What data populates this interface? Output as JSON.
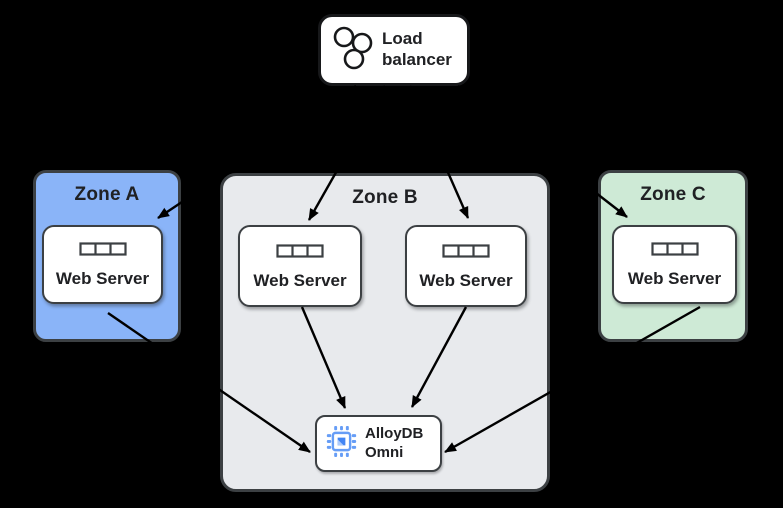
{
  "load_balancer": {
    "label": "Load balancer",
    "icon": "load-balancer-circles-icon"
  },
  "zones": [
    {
      "id": "A",
      "label": "Zone A",
      "color": "#8ab4f8",
      "servers": [
        {
          "label": "Web Server",
          "icon": "server-rack-icon"
        }
      ]
    },
    {
      "id": "B",
      "label": "Zone B",
      "color": "#e8eaed",
      "servers": [
        {
          "label": "Web Server",
          "icon": "server-rack-icon"
        },
        {
          "label": "Web Server",
          "icon": "server-rack-icon"
        }
      ]
    },
    {
      "id": "C",
      "label": "Zone C",
      "color": "#ceead6",
      "servers": [
        {
          "label": "Web Server",
          "icon": "server-rack-icon"
        }
      ]
    }
  ],
  "database": {
    "label": "AlloyDB Omni",
    "icon": "chip-icon",
    "icon_primary_color": "#4285f4",
    "icon_secondary_color": "#669df6"
  },
  "edges": [
    {
      "from": "load-balancer",
      "to": "zone-a-web-server"
    },
    {
      "from": "load-balancer",
      "to": "zone-b-web-server-1"
    },
    {
      "from": "load-balancer",
      "to": "zone-b-web-server-2"
    },
    {
      "from": "load-balancer",
      "to": "zone-c-web-server"
    },
    {
      "from": "zone-a-web-server",
      "to": "alloydb-omni"
    },
    {
      "from": "zone-b-web-server-1",
      "to": "alloydb-omni"
    },
    {
      "from": "zone-b-web-server-2",
      "to": "alloydb-omni"
    },
    {
      "from": "zone-c-web-server",
      "to": "alloydb-omni"
    }
  ],
  "colors": {
    "background": "#000000",
    "box_border": "#3c4043",
    "arrow": "#000000",
    "text": "#202124"
  }
}
